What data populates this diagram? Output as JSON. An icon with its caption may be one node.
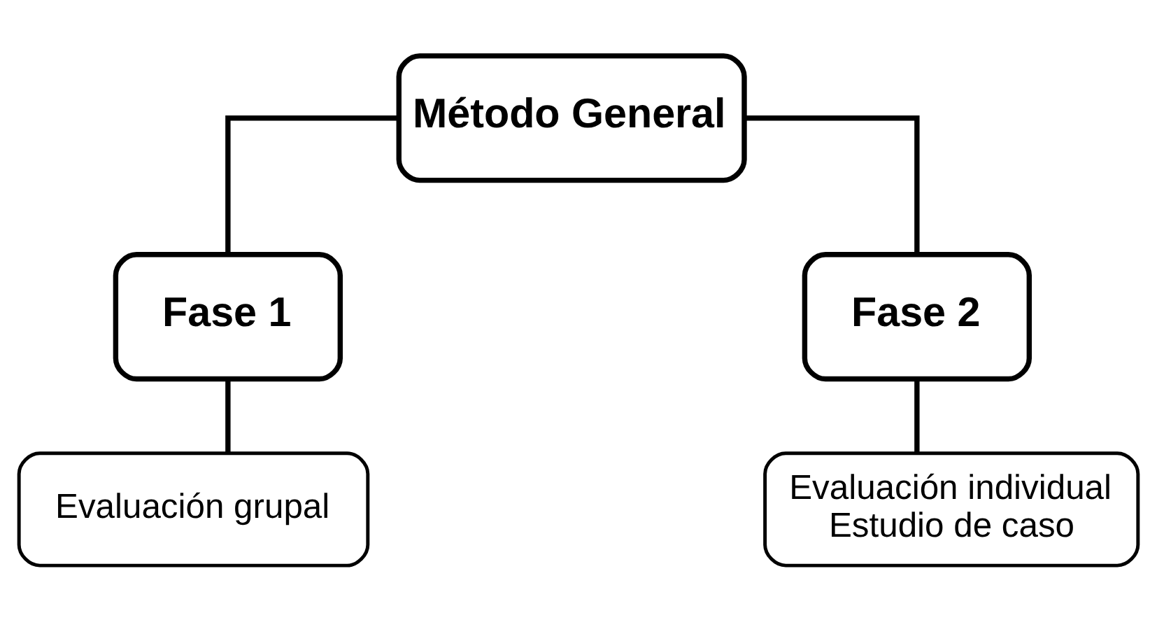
{
  "diagram": {
    "nodes": [
      {
        "text": [
          "Método General"
        ]
      },
      {
        "text": [
          "Fase 1"
        ]
      },
      {
        "text": [
          "Fase 2"
        ]
      },
      {
        "text": [
          "Evaluación grupal"
        ]
      },
      {
        "text": [
          "Evaluación individual",
          "Estudio de caso"
        ]
      }
    ],
    "edges": [
      {
        "from": 0,
        "to": 1,
        "arrow": "none"
      },
      {
        "from": 0,
        "to": 2,
        "arrow": "none"
      },
      {
        "from": 1,
        "to": 3,
        "arrow": "none"
      },
      {
        "from": 2,
        "to": 4,
        "arrow": "none"
      }
    ]
  }
}
